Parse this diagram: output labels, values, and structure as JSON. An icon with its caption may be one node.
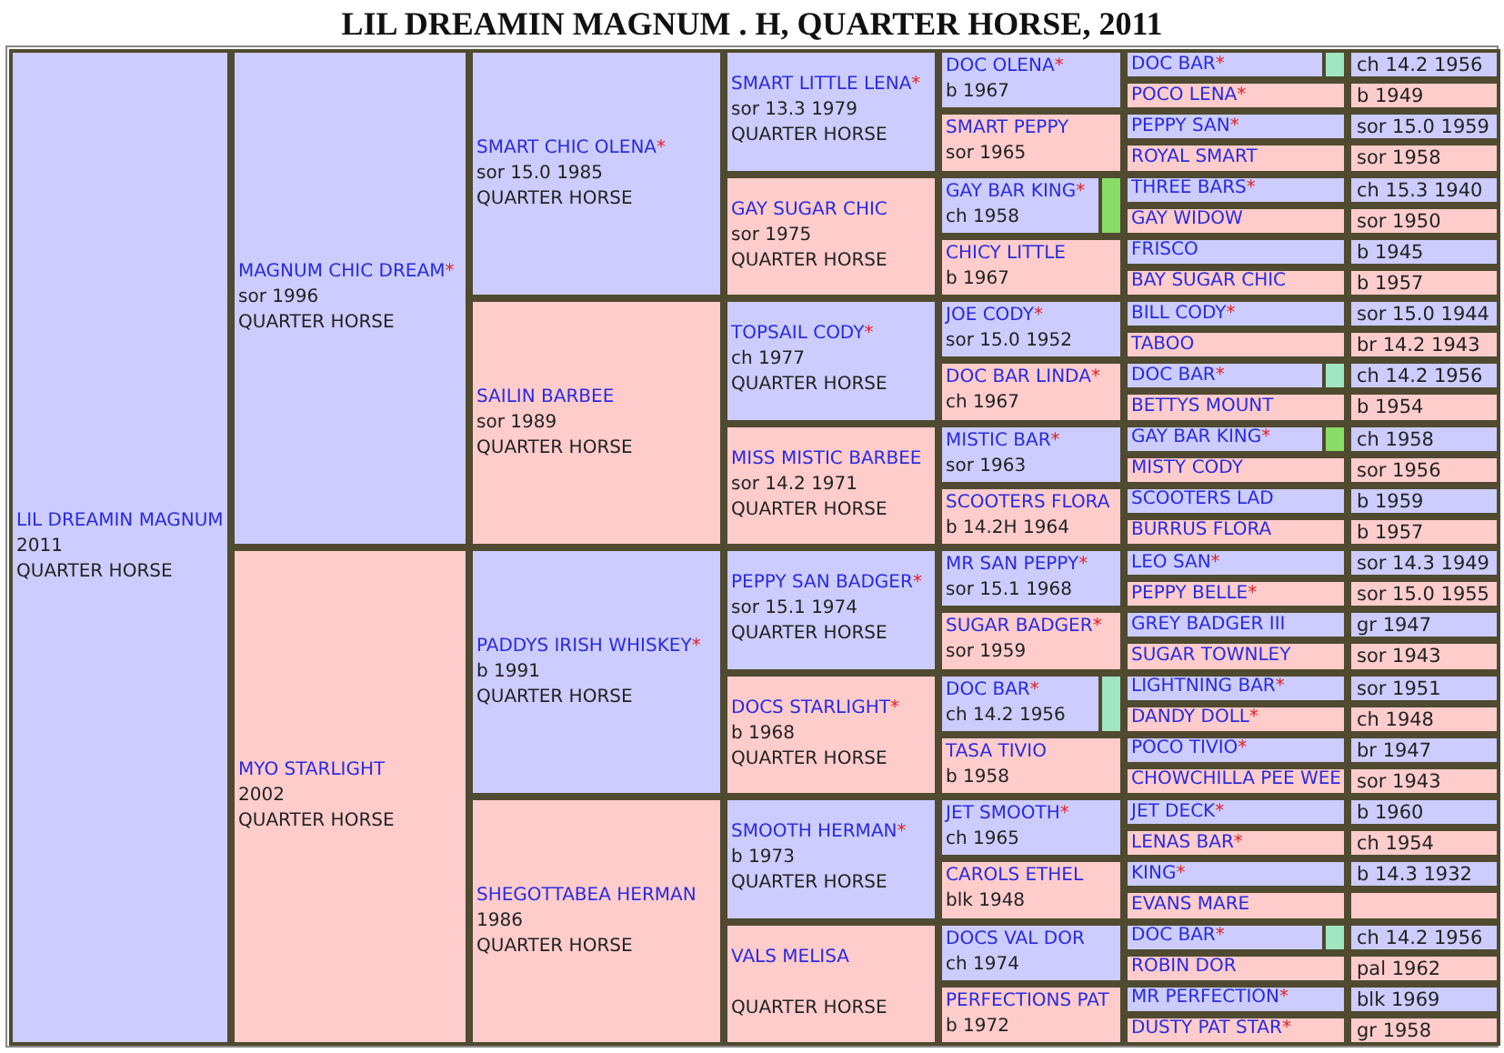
{
  "diagram": {
    "title": "LIL DREAMIN MAGNUM . H, QUARTER HORSE, 2011",
    "nodes": [
      {
        "text": [
          "LIL DREAMIN MAGNUM",
          "2011",
          "QUARTER HORSE"
        ]
      },
      {
        "text": [
          "MAGNUM CHIC DREAM",
          "*",
          "sor 1996",
          "QUARTER HORSE"
        ]
      },
      {
        "text": [
          "SMART CHIC OLENA",
          "*",
          "sor 15.0 1985",
          "QUARTER HORSE"
        ]
      },
      {
        "text": [
          "SMART LITTLE LENA",
          "*",
          "sor 13.3 1979",
          "QUARTER HORSE"
        ]
      },
      {
        "text": [
          "DOC OLENA",
          "*",
          "b 1967"
        ]
      },
      {
        "text": [
          "DOC BAR",
          "*"
        ],
        "beside": [
          "ch 14.2 1956"
        ]
      },
      {
        "text": [],
        "shape": "box",
        "in": 5
      },
      {
        "text": [
          "POCO LENA",
          "*"
        ],
        "beside": [
          "b 1949"
        ]
      },
      {
        "text": [
          "SMART PEPPY",
          "sor 1965"
        ]
      },
      {
        "text": [
          "PEPPY SAN",
          "*"
        ],
        "beside": [
          "sor 15.0 1959"
        ]
      },
      {
        "text": [
          "ROYAL SMART"
        ],
        "beside": [
          "sor 1958"
        ]
      },
      {
        "text": [
          "GAY SUGAR CHIC",
          "sor 1975",
          "QUARTER HORSE"
        ]
      },
      {
        "text": [
          "GAY BAR KING",
          "*",
          "ch 1958"
        ]
      },
      {
        "text": [],
        "shape": "box",
        "in": 12
      },
      {
        "text": [
          "THREE BARS",
          "*"
        ],
        "beside": [
          "ch 15.3 1940"
        ]
      },
      {
        "text": [
          "GAY WIDOW"
        ],
        "beside": [
          "sor 1950"
        ]
      },
      {
        "text": [
          "CHICY LITTLE",
          "b 1967"
        ]
      },
      {
        "text": [
          "FRISCO"
        ],
        "beside": [
          "b 1945"
        ]
      },
      {
        "text": [
          "BAY SUGAR CHIC"
        ],
        "beside": [
          "b 1957"
        ]
      },
      {
        "text": [
          "SAILIN BARBEE",
          "sor 1989",
          "QUARTER HORSE"
        ]
      },
      {
        "text": [
          "TOPSAIL CODY",
          "*",
          "ch 1977",
          "QUARTER HORSE"
        ]
      },
      {
        "text": [
          "JOE CODY",
          "*",
          "sor 15.0 1952"
        ]
      },
      {
        "text": [
          "BILL CODY",
          "*"
        ],
        "beside": [
          "sor 15.0 1944"
        ]
      },
      {
        "text": [
          "TABOO"
        ],
        "beside": [
          "br 14.2 1943"
        ]
      },
      {
        "text": [
          "DOC BAR LINDA",
          "*",
          "ch 1967"
        ]
      },
      {
        "text": [
          "DOC BAR",
          "*"
        ],
        "beside": [
          "ch 14.2 1956"
        ]
      },
      {
        "text": [],
        "shape": "box",
        "in": 25
      },
      {
        "text": [
          "BETTYS MOUNT"
        ],
        "beside": [
          "b 1954"
        ]
      },
      {
        "text": [
          "MISS MISTIC BARBEE",
          "sor 14.2 1971",
          "QUARTER HORSE"
        ]
      },
      {
        "text": [
          "MISTIC BAR",
          "*",
          "sor 1963"
        ]
      },
      {
        "text": [
          "GAY BAR KING",
          "*"
        ],
        "beside": [
          "ch 1958"
        ]
      },
      {
        "text": [],
        "shape": "box",
        "in": 30
      },
      {
        "text": [
          "MISTY CODY"
        ],
        "beside": [
          "sor 1956"
        ]
      },
      {
        "text": [
          "SCOOTERS FLORA",
          "b 14.2H 1964"
        ]
      },
      {
        "text": [
          "SCOOTERS LAD"
        ],
        "beside": [
          "b 1959"
        ]
      },
      {
        "text": [
          "BURRUS FLORA"
        ],
        "beside": [
          "b 1957"
        ]
      },
      {
        "text": [
          "MYO STARLIGHT",
          "2002",
          "QUARTER HORSE"
        ]
      },
      {
        "text": [
          "PADDYS IRISH WHISKEY",
          "*",
          "b 1991",
          "QUARTER HORSE"
        ]
      },
      {
        "text": [
          "PEPPY SAN BADGER",
          "*",
          "sor 15.1 1974",
          "QUARTER HORSE"
        ]
      },
      {
        "text": [
          "MR SAN PEPPY",
          "*",
          "sor 15.1 1968"
        ]
      },
      {
        "text": [
          "LEO SAN",
          "*"
        ],
        "beside": [
          "sor 14.3 1949"
        ]
      },
      {
        "text": [
          "PEPPY BELLE",
          "*"
        ],
        "beside": [
          "sor 15.0 1955"
        ]
      },
      {
        "text": [
          "SUGAR BADGER",
          "*",
          "sor 1959"
        ]
      },
      {
        "text": [
          "GREY BADGER III"
        ],
        "beside": [
          "gr 1947"
        ]
      },
      {
        "text": [
          "SUGAR TOWNLEY"
        ],
        "beside": [
          "sor 1943"
        ]
      },
      {
        "text": [
          "DOCS STARLIGHT",
          "*",
          "b 1968",
          "QUARTER HORSE"
        ]
      },
      {
        "text": [
          "DOC BAR",
          "*",
          "ch 14.2 1956"
        ]
      },
      {
        "text": [],
        "shape": "box",
        "in": 46
      },
      {
        "text": [
          "LIGHTNING BAR",
          "*"
        ],
        "beside": [
          "sor 1951"
        ]
      },
      {
        "text": [
          "DANDY DOLL",
          "*"
        ],
        "beside": [
          "ch 1948"
        ]
      },
      {
        "text": [
          "TASA TIVIO",
          "b 1958"
        ]
      },
      {
        "text": [
          "POCO TIVIO",
          "*"
        ],
        "beside": [
          "br 1947"
        ]
      },
      {
        "text": [
          "CHOWCHILLA PEE WEE"
        ],
        "beside": [
          "sor 1943"
        ]
      },
      {
        "text": [
          "SHEGOTTABEA HERMAN",
          "1986",
          "QUARTER HORSE"
        ]
      },
      {
        "text": [
          "SMOOTH HERMAN",
          "*",
          "b 1973",
          "QUARTER HORSE"
        ]
      },
      {
        "text": [
          "JET SMOOTH",
          "*",
          "ch 1965"
        ]
      },
      {
        "text": [
          "JET DECK",
          "*"
        ],
        "beside": [
          "b 1960"
        ]
      },
      {
        "text": [
          "LENAS BAR",
          "*"
        ],
        "beside": [
          "ch 1954"
        ]
      },
      {
        "text": [
          "CAROLS ETHEL",
          "blk 1948"
        ]
      },
      {
        "text": [
          "KING",
          "*"
        ],
        "beside": [
          "b 14.3 1932"
        ]
      },
      {
        "text": [
          "EVANS MARE"
        ]
      },
      {
        "text": [
          "VALS MELISA",
          "QUARTER HORSE"
        ]
      },
      {
        "text": [
          "DOCS VAL DOR",
          "ch 1974"
        ]
      },
      {
        "text": [
          "DOC BAR",
          "*"
        ],
        "beside": [
          "ch 14.2 1956"
        ]
      },
      {
        "text": [],
        "shape": "box",
        "in": 63
      },
      {
        "text": [
          "ROBIN DOR"
        ],
        "beside": [
          "pal 1962"
        ]
      },
      {
        "text": [
          "PERFECTIONS PAT",
          "b 1972"
        ]
      },
      {
        "text": [
          "MR PERFECTION",
          "*"
        ],
        "beside": [
          "blk 1969"
        ]
      },
      {
        "text": [
          "DUSTY PAT STAR",
          "*"
        ],
        "beside": [
          "gr 1958"
        ]
      }
    ],
    "edges": []
  }
}
